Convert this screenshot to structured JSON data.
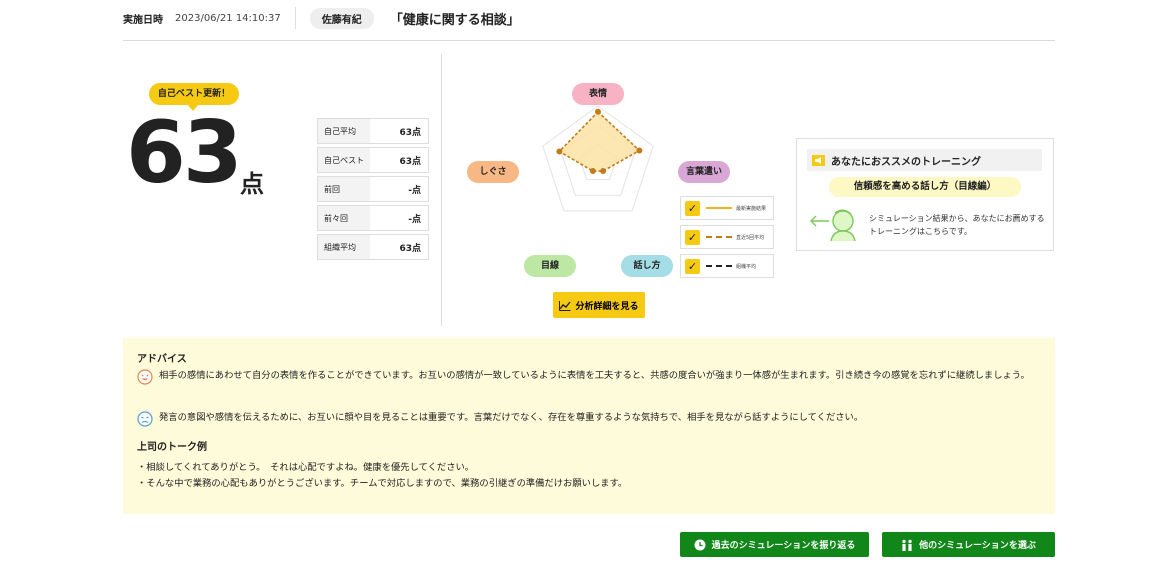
{
  "header": {
    "date_label": "実施日時",
    "date_value": "2023/06/21 14:10:37",
    "user": "佐藤有紀",
    "title": "「健康に関する相談」"
  },
  "score": {
    "badge": "自己ベスト更新！",
    "value": "63",
    "unit": "点"
  },
  "stats": [
    {
      "label": "自己平均",
      "value": "63点"
    },
    {
      "label": "自己ベスト",
      "value": "63点"
    },
    {
      "label": "前回",
      "value": "-点"
    },
    {
      "label": "前々回",
      "value": "-点"
    },
    {
      "label": "組織平均",
      "value": "63点"
    }
  ],
  "radar": {
    "axes": [
      "表情",
      "言葉遣い",
      "話し方",
      "目線",
      "しぐさ"
    ],
    "axis_colors": [
      "#f7b2c4",
      "#d8a7d6",
      "#a5dde6",
      "#bde8a4",
      "#f8b886"
    ],
    "levels": 3,
    "max": 100,
    "values": [
      90,
      75,
      15,
      15,
      70
    ]
  },
  "legend": [
    {
      "label": "最新実施結果",
      "style": "solid",
      "color": "#f3b41a"
    },
    {
      "label": "直近5回平均",
      "style": "dashed",
      "color": "#c37b1a"
    },
    {
      "label": "組織平均",
      "style": "dashed",
      "color": "#222222"
    }
  ],
  "analysis_button": "分析詳細を見る",
  "recommend": {
    "title": "あなたにおススメのトレーニング",
    "training": "信頼感を高める話し方（目線編）",
    "text": "シミュレーション結果から、あなたにお薦めするトレーニングはこちらです。"
  },
  "advice": {
    "title": "アドバイス",
    "items": [
      {
        "face": "happy-face-icon",
        "text": "相手の感情にあわせて自分の表情を作ることができています。お互いの感情が一致しているように表情を工夫すると、共感の度合いが強まり一体感が生まれます。引き続き今の感覚を忘れずに継続しましょう。"
      },
      {
        "face": "sad-face-icon",
        "text": "発言の意図や感情を伝えるために、お互いに顔や目を見ることは重要です。言葉だけでなく、存在を尊重するような気持ちで、相手を見ながら話すようにしてください。"
      }
    ],
    "talk_title": "上司のトーク例",
    "talk_lines": [
      "・相談してくれてありがとう。　それは心配ですよね。健康を優先してください。",
      "・そんな中で業務の心配もありがとうございます。チームで対応しますので、業務の引継ぎの準備だけお願いします。"
    ]
  },
  "buttons": {
    "past": "過去のシミュレーションを振り返る",
    "other": "他のシミュレーションを選ぶ"
  }
}
